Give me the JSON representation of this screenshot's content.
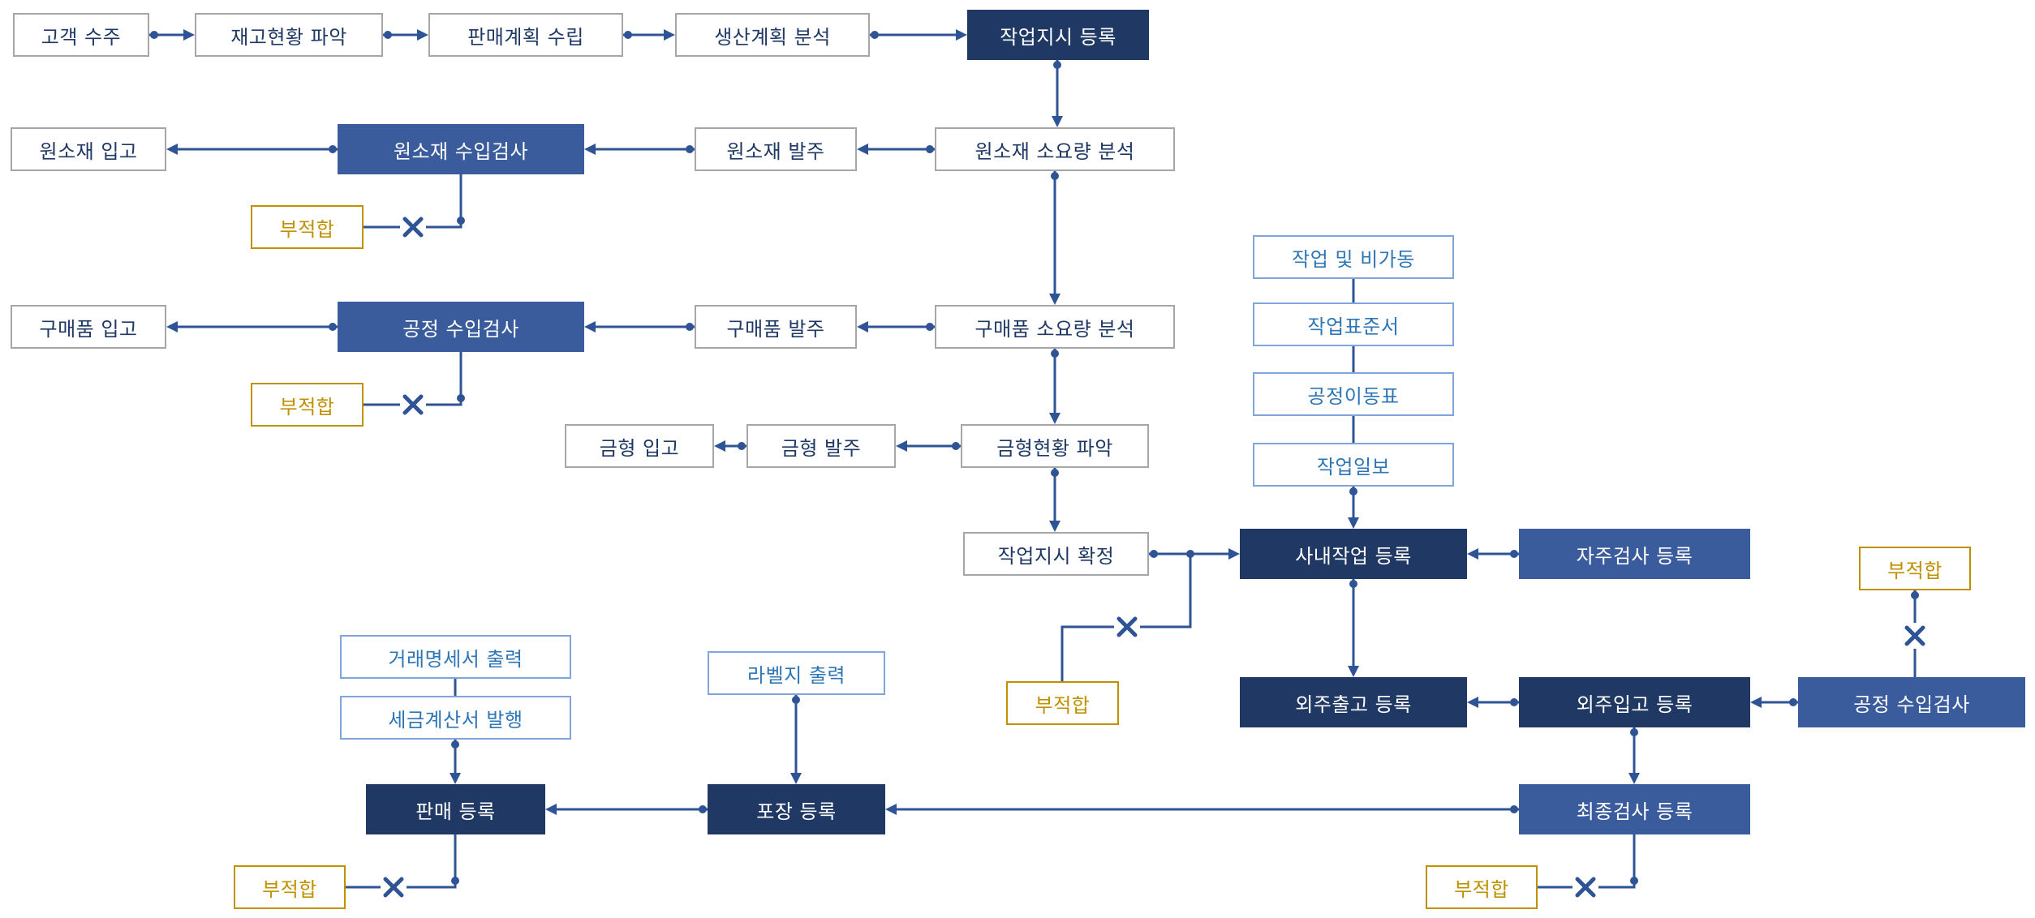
{
  "diagram_type": "process-flowchart",
  "language": "ko",
  "colors": {
    "dark_navy_fill": "#1F3864",
    "medium_blue_fill": "#3A5B9C",
    "connector_line": "#2F5496",
    "plain_box_border": "#A6A6A6",
    "plain_box_text": "#1F3864",
    "light_blue_border": "#7EA6DC",
    "light_blue_text": "#2E75B6",
    "reject_gold": "#BF9000",
    "background": "#FFFFFF"
  },
  "boxes": {
    "customer_order": "고객 수주",
    "inventory_status": "재고현황 파악",
    "sales_plan": "판매계획 수립",
    "production_plan": "생산계획 분석",
    "work_order_register": "작업지시 등록",
    "raw_material_receipt": "원소재 입고",
    "raw_material_incoming_inspection": "원소재 수입검사",
    "raw_material_order": "원소재 발주",
    "raw_material_requirement_analysis": "원소재 소요량 분석",
    "reject_raw_material": "부적합",
    "purchase_item_receipt": "구매품 입고",
    "process_incoming_inspection_left": "공정 수입검사",
    "purchase_item_order": "구매품 발주",
    "purchase_item_requirement_analysis": "구매품 소요량 분석",
    "reject_process_left": "부적합",
    "mold_receipt": "금형 입고",
    "mold_order": "금형 발주",
    "mold_status": "금형현황 파악",
    "work_and_downtime": "작업 및 비가동",
    "work_standard_sheet": "작업표준서",
    "process_movement_sheet": "공정이동표",
    "work_daily_report": "작업일보",
    "work_order_confirm": "작업지시 확정",
    "inhouse_work_register": "사내작업 등록",
    "self_inspection_register": "자주검사 등록",
    "reject_process_right": "부적합",
    "outsourcing_shipment_register": "외주출고 등록",
    "outsourcing_receipt_register": "외주입고 등록",
    "process_incoming_inspection_right": "공정 수입검사",
    "reject_inhouse": "부적합",
    "transaction_statement_print": "거래명세서 출력",
    "tax_invoice_issue": "세금계산서 발행",
    "label_paper_print": "라벨지 출력",
    "sales_register": "판매 등록",
    "packing_register": "포장 등록",
    "final_inspection_register": "최종검사 등록",
    "reject_sales": "부적합",
    "reject_final": "부적합"
  }
}
